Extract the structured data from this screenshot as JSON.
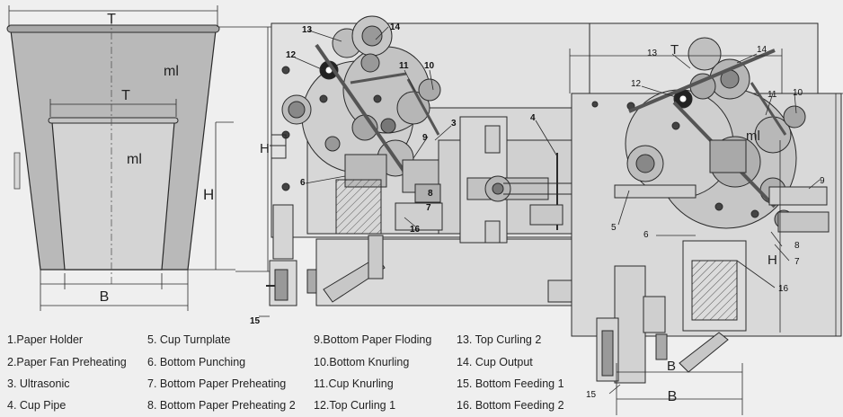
{
  "cup_large": {
    "top_label": "T",
    "volume_label": "ml",
    "height_label": "H",
    "bottom_label": "B"
  },
  "cup_small": {
    "top_label": "T",
    "volume_label": "ml"
  },
  "machine_left": {
    "callouts": [
      "13",
      "14",
      "12",
      "11",
      "10",
      "3",
      "4",
      "9",
      "8",
      "7",
      "6",
      "16",
      "15"
    ],
    "height_label": "H"
  },
  "machine_right": {
    "callouts": [
      "13",
      "14",
      "12",
      "11",
      "10",
      "9",
      "5",
      "6",
      "8",
      "7",
      "16",
      "15"
    ],
    "top_label": "T",
    "volume_label": "ml",
    "height_label": "H",
    "bottom_small_label": "B",
    "bottom_label": "B"
  },
  "legend": [
    "1.Paper Holder",
    "2.Paper Fan Preheating",
    "3. Ultrasonic",
    "4. Cup Pipe",
    "5. Cup Turnplate",
    "6. Bottom Punching",
    "7. Bottom Paper Preheating",
    "8. Bottom Paper Preheating 2",
    "9.Bottom Paper Floding",
    "10.Bottom Knurling",
    "11.Cup Knurling",
    "12.Top  Curling 1",
    "13. Top Curling 2",
    "14. Cup Output",
    "15. Bottom Feeding 1",
    "16. Bottom Feeding 2"
  ],
  "colors": {
    "background": "#efefef",
    "cup_fill": "#b9b9b9",
    "cup_inner_fill": "#d4d4d4",
    "panel_fill": "#d0d0d0",
    "line": "#2a2a2a"
  }
}
